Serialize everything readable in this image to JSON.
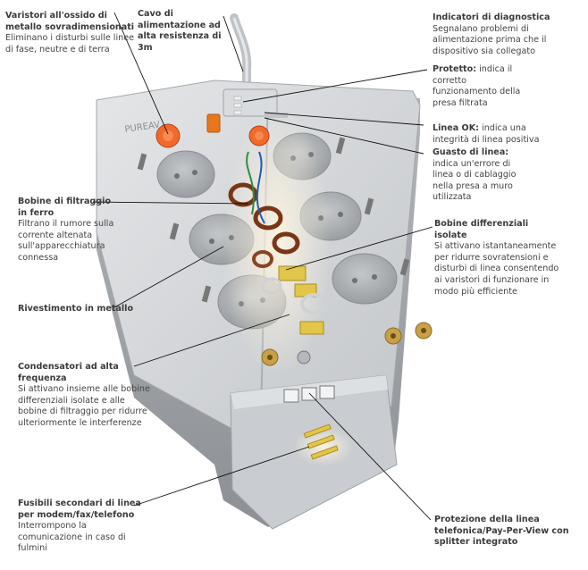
{
  "callouts": {
    "varistori": {
      "title": "Varistori all'ossido di metallo sovradimensionati",
      "body": "Eliminano i disturbi sulle linee di fase, neutre e di terra"
    },
    "cavo": {
      "title": "Cavo di alimentazione ad alta resistenza di 3m",
      "body": ""
    },
    "indicatori": {
      "title": "Indicatori di diagnostica",
      "body": "Segnalano problemi di alimentazione prima che il dispositivo sia collegato"
    },
    "protetto": {
      "title": "Protetto:",
      "body": "indica il corretto funzionamento della presa filtrata"
    },
    "linea_ok": {
      "title": "Linea OK:",
      "body": "indica una integrità di linea positiva"
    },
    "guasto": {
      "title": "Guasto di linea:",
      "body": "indica un'errore di linea o di cablaggio nella presa a muro utilizzata"
    },
    "bobine_filtraggio": {
      "title": "Bobine di filtraggio in ferro",
      "body": "Filtrano il rumore sulla corrente altenata sull'apparecchiatura connessa"
    },
    "bobine_differenziali": {
      "title": "Bobine differenziali isolate",
      "body": "Si attivano istantaneamente per ridurre sovratensioni e disturbi di linea consentendo ai varistori di funzionare in modo più efficiente"
    },
    "rivestimento": {
      "title": "Rivestimento in metallo",
      "body": ""
    },
    "condensatori": {
      "title": "Condensatori ad alta frequenza",
      "body": "Si attivano insieme alle bobine differenziali isolate e alle bobine di filtraggio per ridurre ulteriormente le interferenze"
    },
    "fusibili": {
      "title": "Fusibili secondari di linea per modem/fax/telefono",
      "body": "Interrompono la comunicazione in caso di fulmini"
    },
    "protezione_tel": {
      "title": "Protezione della linea telefonica/Pay-Per-View con splitter integrato",
      "body": ""
    }
  },
  "device": {
    "brand": "PUREAV"
  },
  "colors": {
    "body": "#cdd0d3",
    "shadow": "#9ea2a6",
    "socket": "#aeb2b6",
    "varistor": "#f06a2a",
    "switch": "#e8761a",
    "coil": "#7a3516",
    "capacitor": "#e2c64a",
    "connector": "#c8a04a"
  }
}
